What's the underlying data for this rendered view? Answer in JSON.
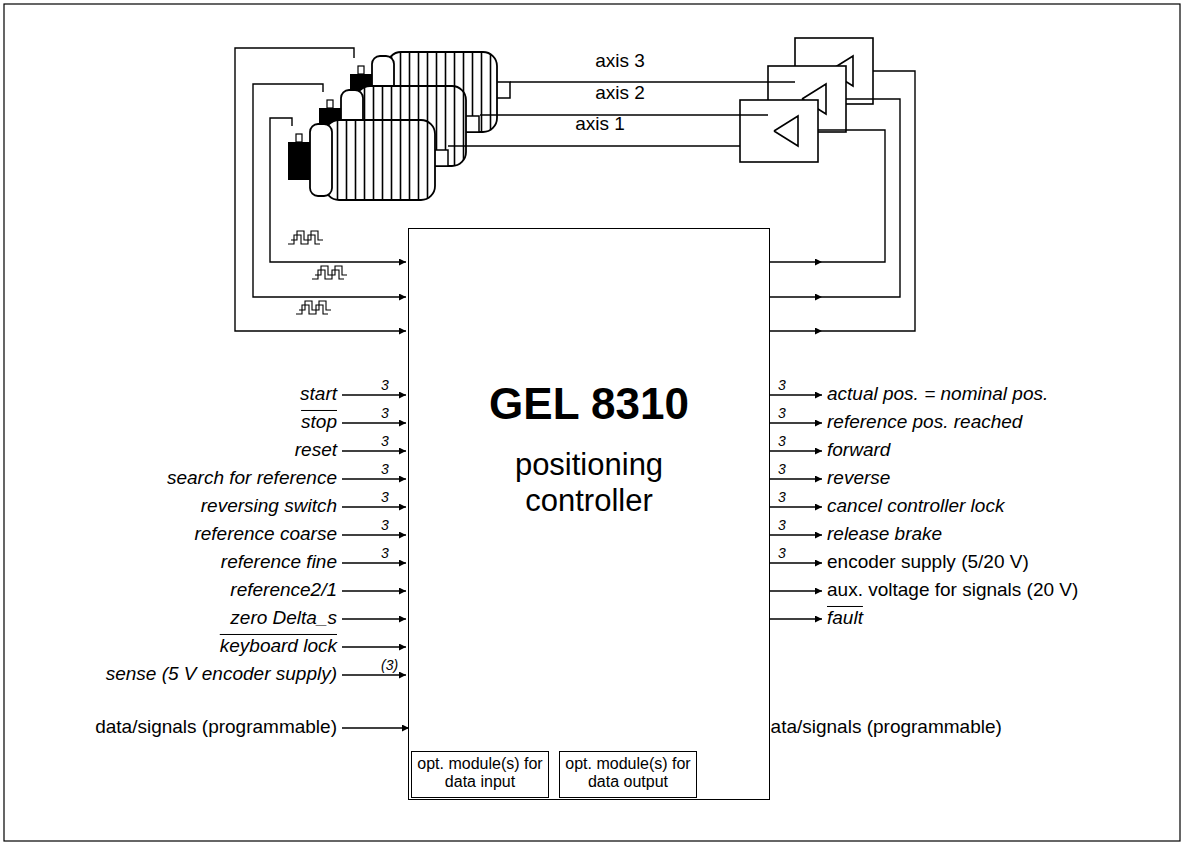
{
  "diagram": {
    "nodes": [
      {
        "text": [
          "GEL 8310",
          "positioning controller"
        ]
      },
      {
        "text": [
          "opt. module(s) for data input"
        ],
        "in": 0
      },
      {
        "text": [
          "opt. module(s) for data output"
        ],
        "in": 0
      }
    ],
    "labels": [
      "axis 3",
      "axis 2",
      "axis 1",
      "start",
      "3",
      "stop",
      "3",
      "reset",
      "3",
      "search for reference",
      "3",
      "reversing switch",
      "3",
      "reference coarse",
      "3",
      "reference fine",
      "3",
      "reference2/1",
      "zero Delta_s",
      "keyboard lock",
      "sense (5 V encoder supply)",
      "(3)",
      "data/signals (programmable)",
      "3",
      "actual pos. = nominal pos.",
      "3",
      "reference pos. reached",
      "3",
      "forward",
      "3",
      "reverse",
      "3",
      "cancel controller lock",
      "3",
      "release brake",
      "3",
      "encoder supply (5/20 V)",
      "aux. voltage for signals (20 V)",
      "fault",
      "data/signals (programmable)"
    ]
  }
}
